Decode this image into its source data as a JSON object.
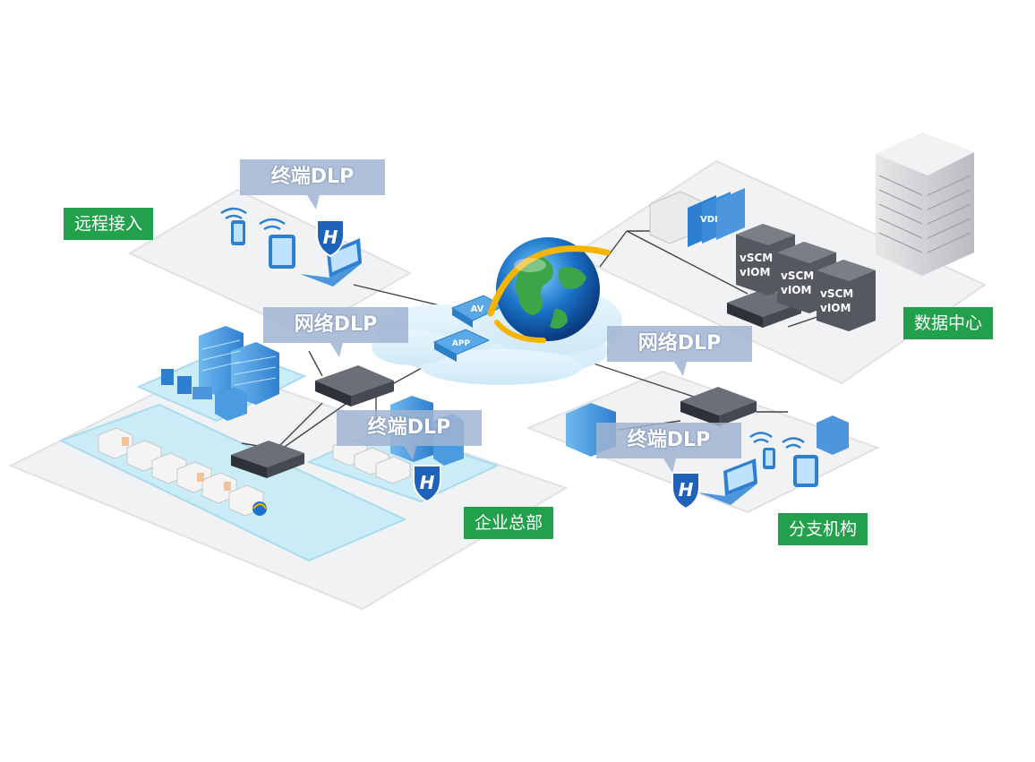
{
  "zones": {
    "remote": "远程接入",
    "hq": "企业总部",
    "datacenter": "数据中心",
    "branch": "分支机构"
  },
  "callouts": {
    "endpoint_remote": "终端DLP",
    "network_hq": "网络DLP",
    "endpoint_hq": "终端DLP",
    "network_branch": "网络DLP",
    "endpoint_branch": "终端DLP"
  },
  "cloud_tags": {
    "av": "AV",
    "app": "APP"
  },
  "badges": {
    "h": "H"
  },
  "dc_labels": {
    "vdi": "VDI",
    "vscm": "vSCM",
    "viom": "vIOM"
  },
  "colors": {
    "label_green": "#22a04b",
    "callout_blue": "#a0b4d2",
    "platform_gray": "#f1f2f4",
    "platform_cyan": "#c9ecf7",
    "badge_blue": "#1f63b8"
  },
  "icons": [
    "globe-icon",
    "cloud-icon",
    "switch-icon",
    "server-tower-icon",
    "laptop-icon",
    "tablet-icon",
    "phone-icon",
    "wifi-icon",
    "building-icon",
    "h-shield-icon"
  ]
}
